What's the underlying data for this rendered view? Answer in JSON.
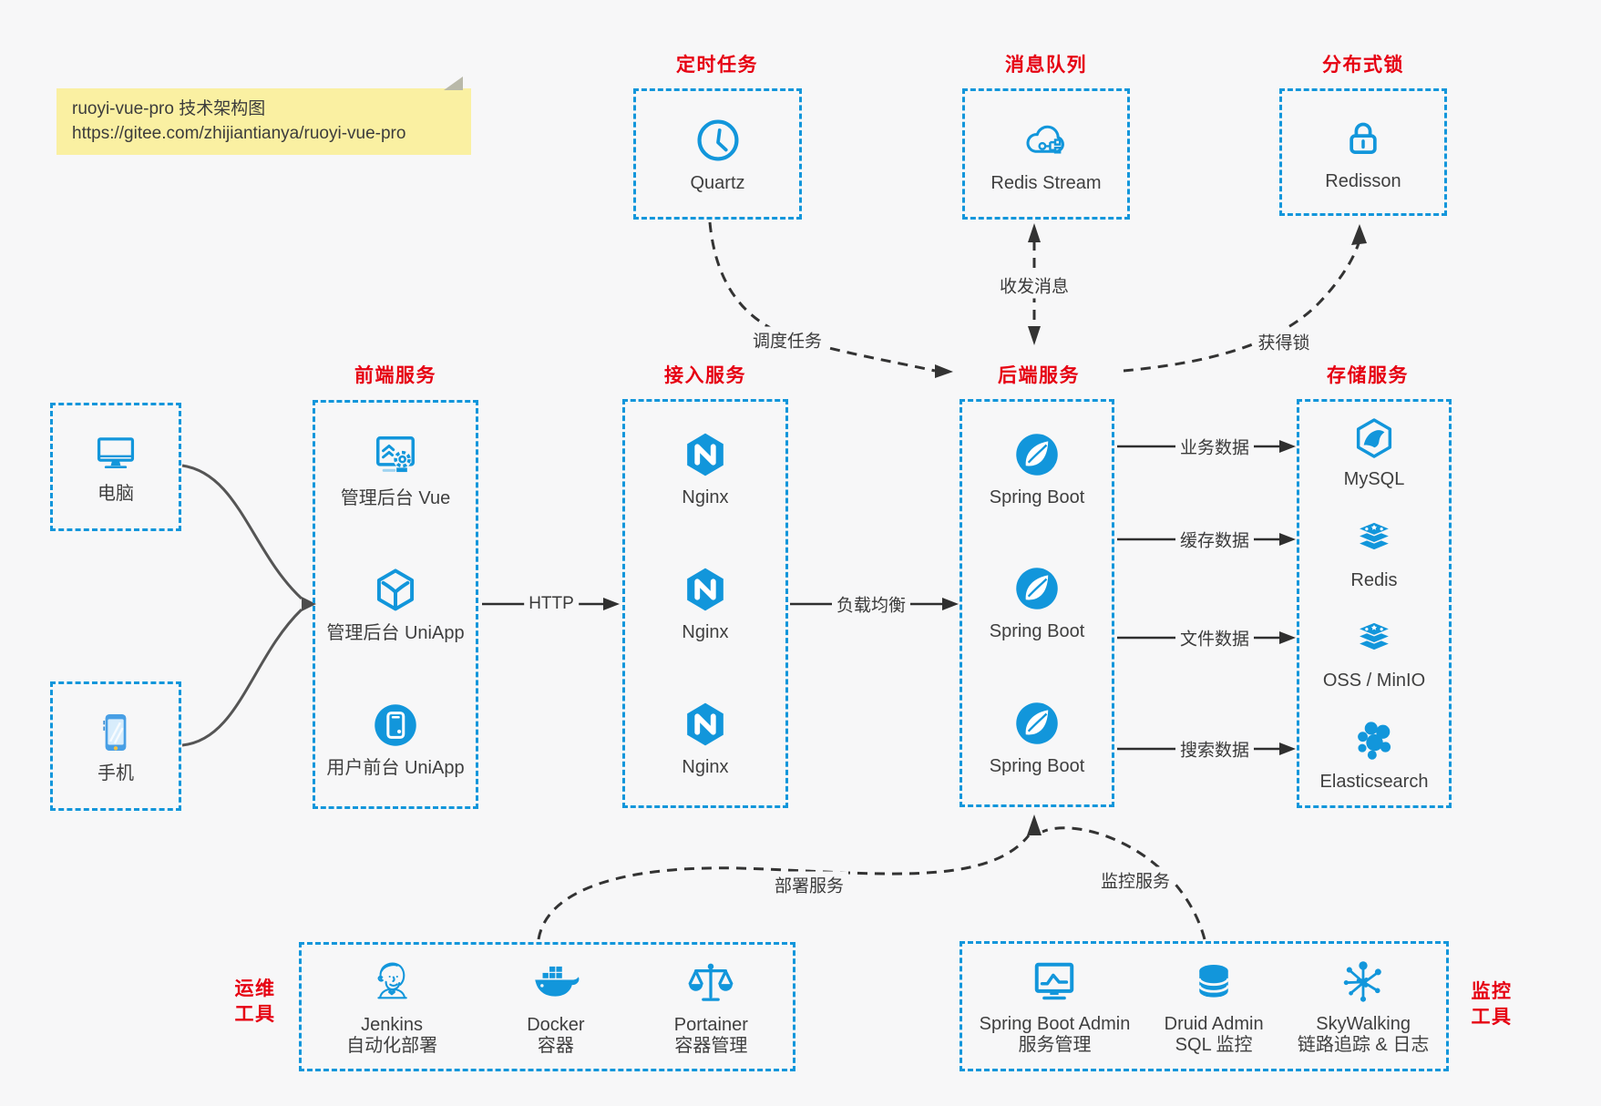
{
  "page": {
    "background": "#f7f7f8"
  },
  "colors": {
    "accent_blue": "#1296db",
    "title_red": "#e60012",
    "note_yellow": "#faf0a2",
    "edge_dark": "#333333",
    "solid_arrow": "#2f2f2f"
  },
  "note": {
    "line1": "ruoyi-vue-pro 技术架构图",
    "line2": "https://gitee.com/zhijiantianya/ruoyi-vue-pro"
  },
  "top_groups": [
    {
      "title": "定时任务",
      "item": {
        "icon": "clock-icon",
        "label": "Quartz"
      }
    },
    {
      "title": "消息队列",
      "item": {
        "icon": "cloud-circuit-icon",
        "label": "Redis Stream"
      }
    },
    {
      "title": "分布式锁",
      "item": {
        "icon": "padlock-icon",
        "label": "Redisson"
      }
    }
  ],
  "clients": [
    {
      "icon": "desktop-computer-icon",
      "label": "电脑"
    },
    {
      "icon": "smartphone-icon",
      "label": "手机"
    }
  ],
  "service_columns": [
    {
      "title": "前端服务",
      "items": [
        {
          "icon": "admin-web-icon",
          "label": "管理后台 Vue"
        },
        {
          "icon": "uniapp-cube-icon",
          "label": "管理后台 UniApp"
        },
        {
          "icon": "mobile-app-icon",
          "label": "用户前台 UniApp"
        }
      ]
    },
    {
      "title": "接入服务",
      "items": [
        {
          "icon": "nginx-icon",
          "label": "Nginx"
        },
        {
          "icon": "nginx-icon",
          "label": "Nginx"
        },
        {
          "icon": "nginx-icon",
          "label": "Nginx"
        }
      ]
    },
    {
      "title": "后端服务",
      "items": [
        {
          "icon": "spring-boot-icon",
          "label": "Spring Boot"
        },
        {
          "icon": "spring-boot-icon",
          "label": "Spring Boot"
        },
        {
          "icon": "spring-boot-icon",
          "label": "Spring Boot"
        }
      ]
    },
    {
      "title": "存储服务",
      "items": [
        {
          "icon": "mysql-icon",
          "label": "MySQL"
        },
        {
          "icon": "redis-stack-icon",
          "label": "Redis"
        },
        {
          "icon": "redis-stack-icon",
          "label": "OSS / MinIO"
        },
        {
          "icon": "elasticsearch-icon",
          "label": "Elasticsearch"
        }
      ]
    }
  ],
  "bottom_groups": [
    {
      "title_line1": "运维",
      "title_line2": "工具",
      "items": [
        {
          "icon": "jenkins-icon",
          "line1": "Jenkins",
          "line2": "自动化部署"
        },
        {
          "icon": "docker-icon",
          "line1": "Docker",
          "line2": "容器"
        },
        {
          "icon": "portainer-icon",
          "line1": "Portainer",
          "line2": "容器管理"
        }
      ]
    },
    {
      "title_line1": "监控",
      "title_line2": "工具",
      "items": [
        {
          "icon": "monitor-chart-icon",
          "line1": "Spring Boot Admin",
          "line2": "服务管理"
        },
        {
          "icon": "database-icon",
          "line1": "Druid Admin",
          "line2": "SQL 监控"
        },
        {
          "icon": "skywalking-icon",
          "line1": "SkyWalking",
          "line2": "链路追踪 & 日志"
        }
      ]
    }
  ],
  "edge_labels": {
    "http": "HTTP",
    "load_balance": "负载均衡",
    "schedule": "调度任务",
    "message": "收发消息",
    "lock": "获得锁",
    "business_data": "业务数据",
    "cache_data": "缓存数据",
    "file_data": "文件数据",
    "search_data": "搜索数据",
    "deploy": "部署服务",
    "monitor": "监控服务"
  }
}
